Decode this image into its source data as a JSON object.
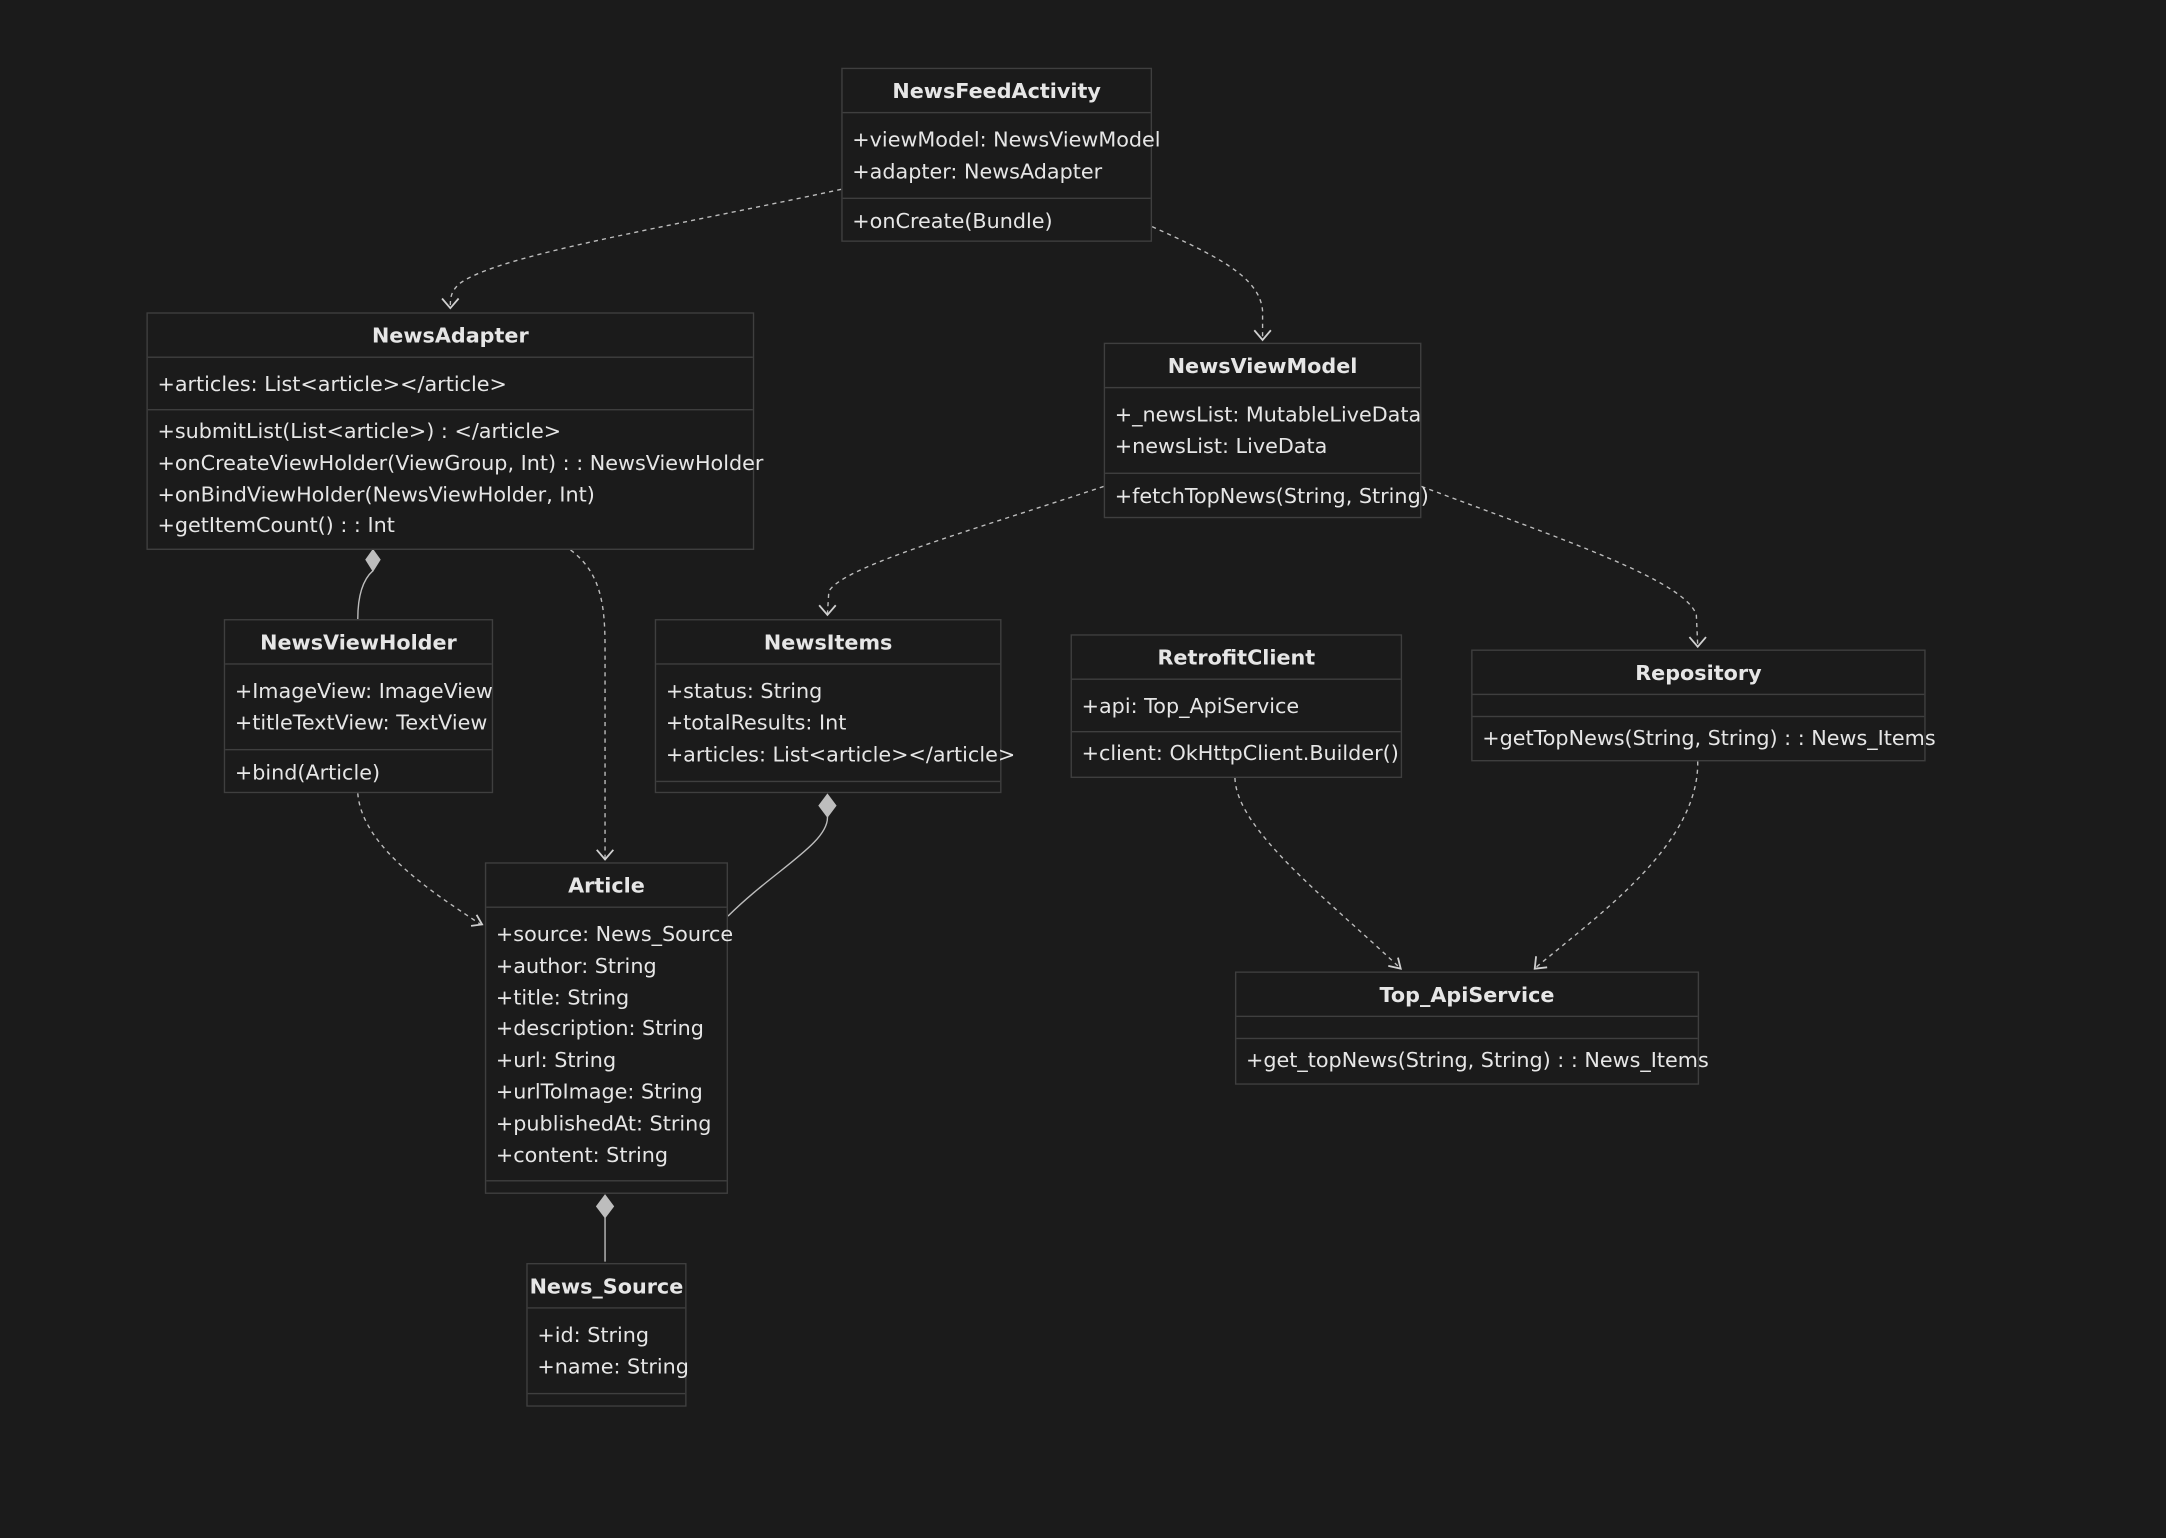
{
  "classes": {
    "news_feed_activity": {
      "name": "NewsFeedActivity",
      "attributes": [
        "+viewModel: NewsViewModel",
        "+adapter: NewsAdapter"
      ],
      "methods": [
        "+onCreate(Bundle)"
      ]
    },
    "news_adapter": {
      "name": "NewsAdapter",
      "attributes": [
        "+articles: List<article></article>"
      ],
      "methods": [
        "+submitList(List<article>) : </article>",
        "+onCreateViewHolder(ViewGroup, Int) : : NewsViewHolder",
        "+onBindViewHolder(NewsViewHolder, Int)",
        "+getItemCount() : : Int"
      ]
    },
    "news_view_model": {
      "name": "NewsViewModel",
      "attributes": [
        "+_newsList: MutableLiveData",
        "+newsList: LiveData"
      ],
      "methods": [
        "+fetchTopNews(String, String)"
      ]
    },
    "news_view_holder": {
      "name": "NewsViewHolder",
      "attributes": [
        "+ImageView: ImageView",
        "+titleTextView: TextView"
      ],
      "methods": [
        "+bind(Article)"
      ]
    },
    "news_items": {
      "name": "NewsItems",
      "attributes": [
        "+status: String",
        "+totalResults: Int",
        "+articles: List<article></article>"
      ],
      "methods": []
    },
    "retrofit_client": {
      "name": "RetrofitClient",
      "attributes": [
        "+api: Top_ApiService"
      ],
      "methods": [
        "+client: OkHttpClient.Builder()"
      ]
    },
    "repository": {
      "name": "Repository",
      "attributes": [],
      "methods": [
        "+getTopNews(String, String) : : News_Items"
      ]
    },
    "article": {
      "name": "Article",
      "attributes": [
        "+source: News_Source",
        "+author: String",
        "+title: String",
        "+description: String",
        "+url: String",
        "+urlToImage: String",
        "+publishedAt: String",
        "+content: String"
      ],
      "methods": []
    },
    "top_api_service": {
      "name": "Top_ApiService",
      "attributes": [],
      "methods": [
        "+get_topNews(String, String) : : News_Items"
      ]
    },
    "news_source": {
      "name": "News_Source",
      "attributes": [
        "+id: String",
        "+name: String"
      ],
      "methods": []
    }
  },
  "relationships": [
    {
      "from": "NewsFeedActivity",
      "to": "NewsAdapter",
      "type": "dependency"
    },
    {
      "from": "NewsFeedActivity",
      "to": "NewsViewModel",
      "type": "dependency"
    },
    {
      "from": "NewsViewModel",
      "to": "NewsItems",
      "type": "dependency"
    },
    {
      "from": "NewsViewModel",
      "to": "Repository",
      "type": "dependency"
    },
    {
      "from": "NewsAdapter",
      "to": "Article",
      "type": "dependency"
    },
    {
      "from": "NewsViewHolder",
      "to": "Article",
      "type": "dependency"
    },
    {
      "from": "RetrofitClient",
      "to": "Top_ApiService",
      "type": "dependency"
    },
    {
      "from": "Repository",
      "to": "Top_ApiService",
      "type": "dependency"
    },
    {
      "from": "NewsAdapter",
      "to": "NewsViewHolder",
      "type": "composition"
    },
    {
      "from": "NewsItems",
      "to": "Article",
      "type": "composition"
    },
    {
      "from": "Article",
      "to": "News_Source",
      "type": "composition"
    }
  ],
  "colors": {
    "background": "#1b1b1b",
    "box_border": "#3f3f3f",
    "text": "#e6e6e6",
    "edge": "#bdbdbd"
  }
}
